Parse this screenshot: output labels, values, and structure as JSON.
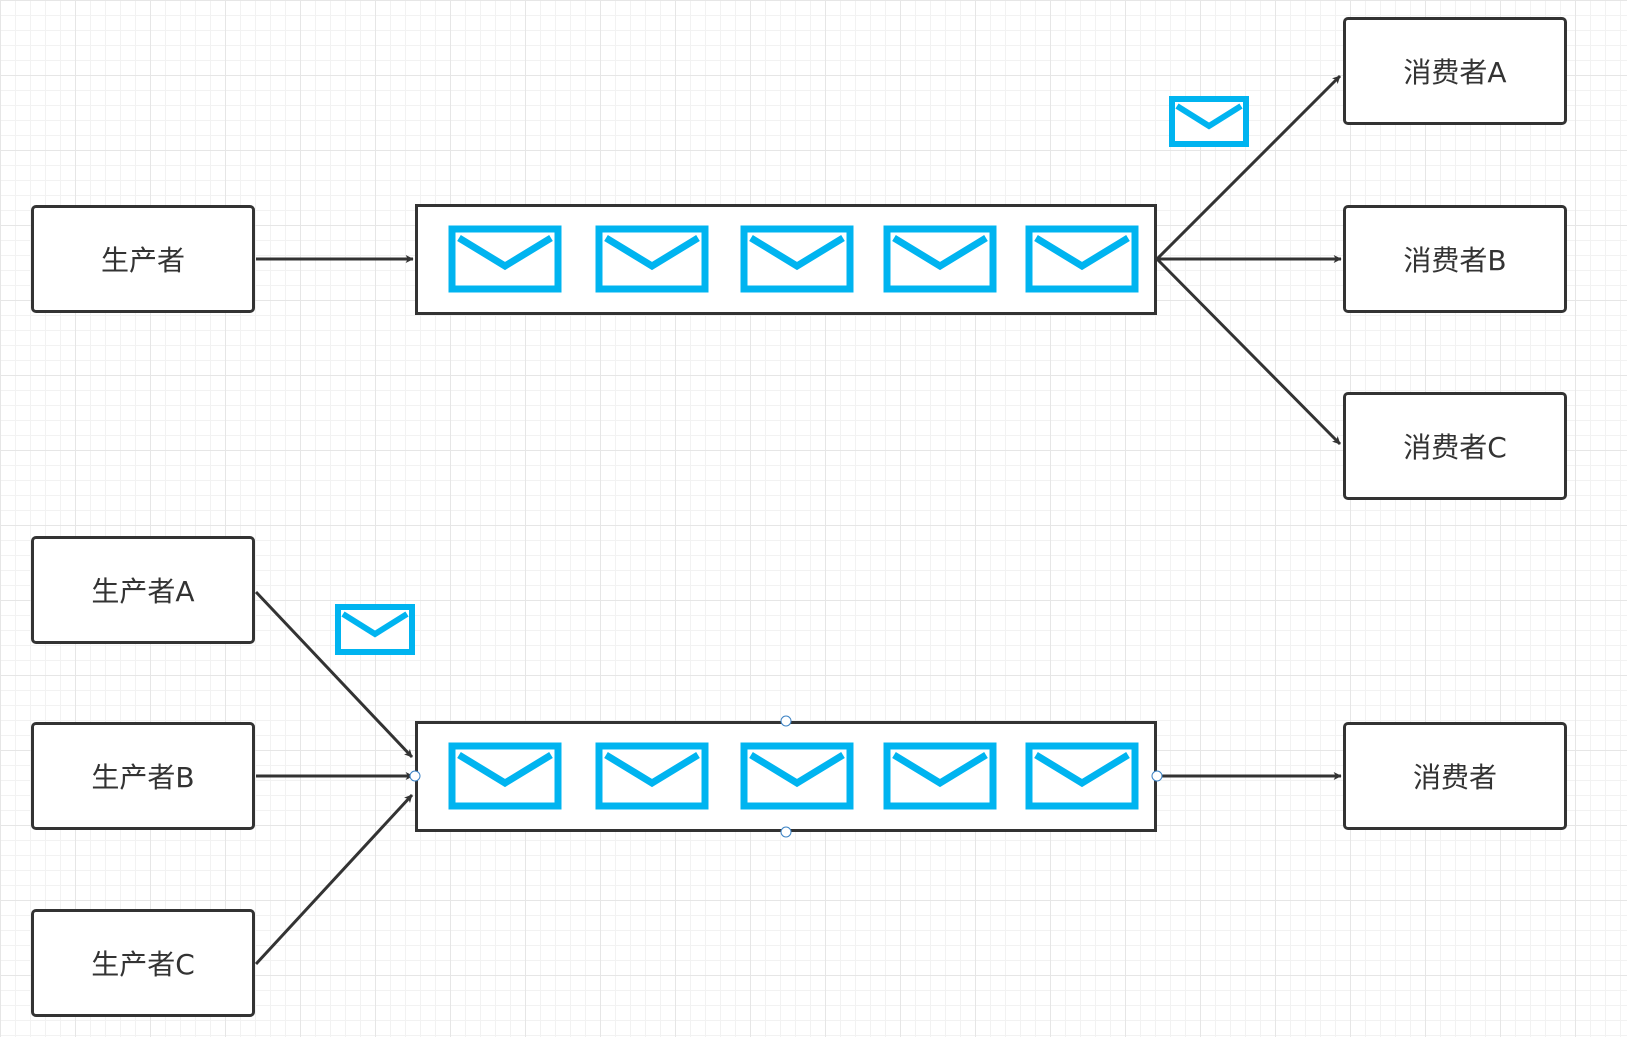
{
  "colors": {
    "accent": "#00b4f0",
    "stroke": "#333333",
    "grid": "#e6e6e6",
    "handle": "#3b82c4"
  },
  "diagram1": {
    "producer": "生产者",
    "consumers": [
      "消费者A",
      "消费者B",
      "消费者C"
    ],
    "queue_messages": 5,
    "in_flight_icon": "envelope-icon"
  },
  "diagram2": {
    "producers": [
      "生产者A",
      "生产者B",
      "生产者C"
    ],
    "consumer": "消费者",
    "queue_messages": 5,
    "in_flight_icon": "envelope-icon"
  }
}
